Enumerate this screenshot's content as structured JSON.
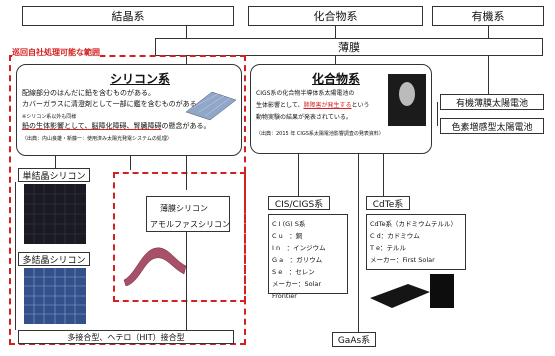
{
  "top": {
    "crystal": "結晶系",
    "compound": "化合物系",
    "organic": "有機系",
    "thin_film": "薄膜"
  },
  "dashed_area": {
    "label": "巡回自社処理可能な範囲"
  },
  "silicon": {
    "title": "シリコン系",
    "lines": [
      "配線部分のはんだに鉛を含むものがある。",
      "カバーガラスに清澄剤として一部に鑑を含むものがある。"
    ],
    "note1": "※シリコン系以外も同様",
    "highlight": "鉛の生体影響として、脳障化障碍、腎臓障碍",
    "highlight_tail": "の懸念がある。",
    "source": "（出典：内山良雄・新藤一：使用済み太陽光発電システムの処理）"
  },
  "compound_box": {
    "title": "化合物系",
    "line1": "CIGS系の化合物半導体系太陽電池の",
    "line2_pre": "生体影響として、",
    "line2_red": "肺障害が発生する",
    "line2_post": "という",
    "line3": "動物実験の結果が発表されている。",
    "source": "（出典：2015 年 CIGS系太陽電池影響調査の発表資料）"
  },
  "labels": {
    "mono": "単結晶シリコン",
    "poly": "多結晶シリコン",
    "thin_si_1": "薄膜シリコン",
    "thin_si_2": "アモルファスシリコン",
    "hybrid": "多接合型、ヘテロ（HIT）接合型",
    "organic_thin": "有機薄膜太陽電池",
    "dye": "色素増感型太陽電池",
    "gaas": "GaAs系"
  },
  "cis": {
    "title": "CIS/CIGS系",
    "rows": [
      "C I (G) S系",
      "C u　：銅",
      "I n　：インジウム",
      "G a　：ガリウム",
      "S e　：セレン",
      "メーカー：Solar Frontier"
    ]
  },
  "cdte": {
    "title": "CdTe系",
    "rows": [
      "CdTe系（カドミウムテルル）",
      "C d：カドミウム",
      "T e：テルル",
      "メーカー：First Solar"
    ]
  },
  "colors": {
    "accent_red": "#d42020",
    "line": "#333333"
  }
}
